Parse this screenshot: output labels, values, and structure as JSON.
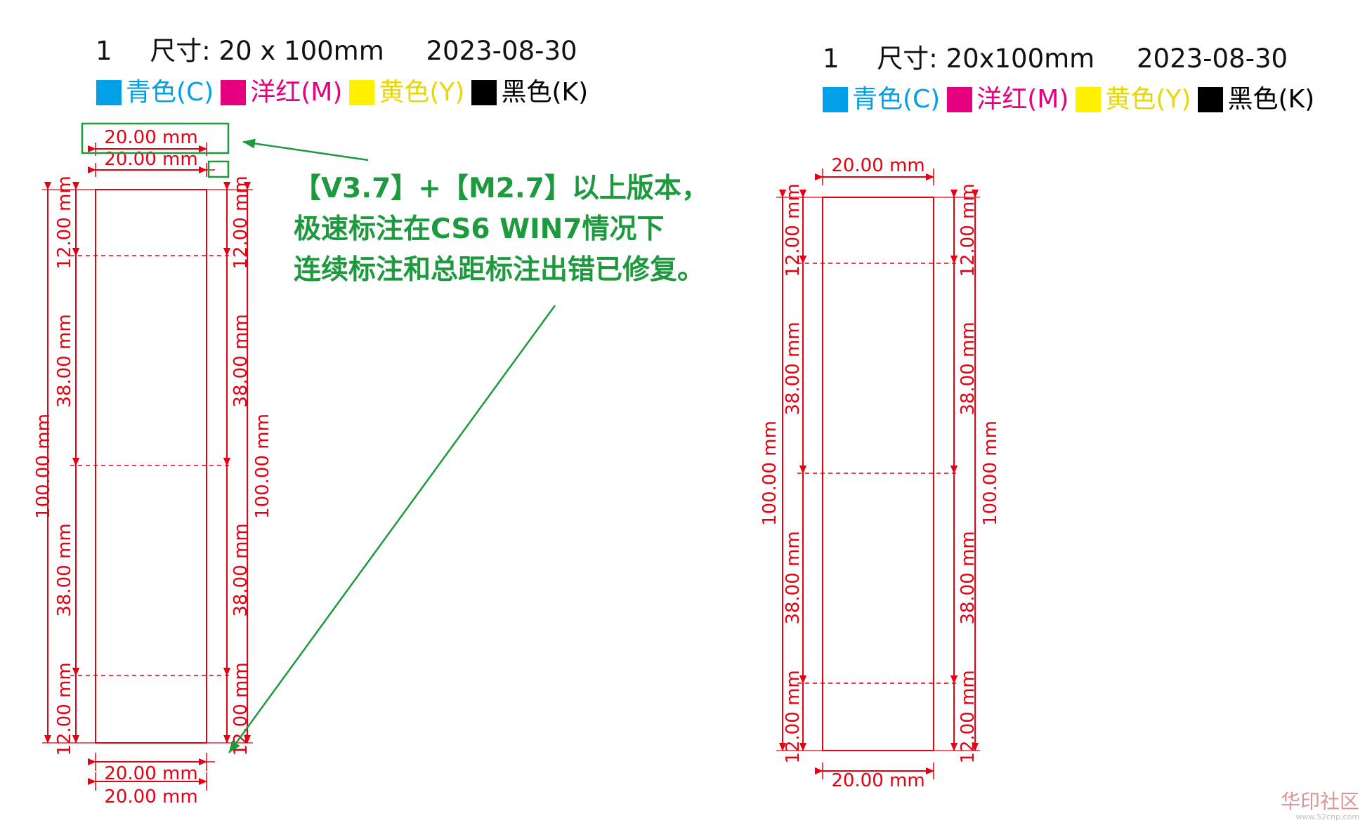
{
  "left_panel": {
    "header": {
      "index": "1",
      "size_label": "尺寸: 20 x 100mm",
      "date": "2023-08-30"
    }
  },
  "right_panel": {
    "header": {
      "index": "1",
      "size_label": "尺寸: 20x100mm",
      "date": "2023-08-30"
    }
  },
  "legend": [
    {
      "label": "青色(C)",
      "color": "#00a0e9"
    },
    {
      "label": "洋红(M)",
      "color": "#e4007f"
    },
    {
      "label": "黄色(Y)",
      "color": "#fff100"
    },
    {
      "label": "黑色(K)",
      "color": "#000000"
    }
  ],
  "note": {
    "line1": "【V3.7】+【M2.7】以上版本，",
    "line2": "极速标注在CS6 WIN7情况下",
    "line3": "连续标注和总距标注出错已修复。"
  },
  "dimensions": {
    "width": "20.00 mm",
    "segment_12": "12.00 mm",
    "segment_38": "38.00 mm",
    "total_height": "100.00 mm"
  },
  "watermark": {
    "text": "华印社区",
    "site": "www.52cnp.com"
  },
  "colors": {
    "dimension_red": "#e60012",
    "note_green": "#1e9a3e",
    "arrow_green": "#1e9a3e"
  },
  "icons": {
    "arrow": "annotation-arrow",
    "highlight_box": "highlight-rectangle"
  }
}
